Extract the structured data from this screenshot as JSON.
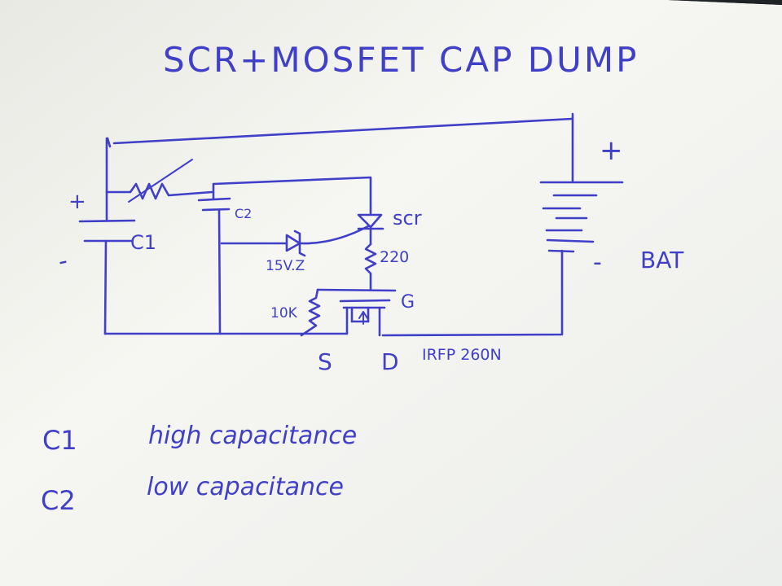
{
  "title": "SCR+MOSFET  CAP  DUMP",
  "labels": {
    "c1_plus": "+",
    "c1_minus": "-",
    "c1": "C1",
    "c2": "C2",
    "zener": "15V.Z",
    "r220": "220",
    "r10k": "10K",
    "scr": "scr",
    "gate": "G",
    "source": "S",
    "drain": "D",
    "mosfet_part": "IRFP 260N",
    "bat_plus": "+",
    "bat_minus": "-",
    "bat": "BAT"
  },
  "notes": [
    {
      "symbol": "C1",
      "text": "high capacitance"
    },
    {
      "symbol": "C2",
      "text": "low capacitance"
    }
  ],
  "colors": {
    "ink": "#3f3fc8",
    "paper": "#f3f3ef"
  }
}
